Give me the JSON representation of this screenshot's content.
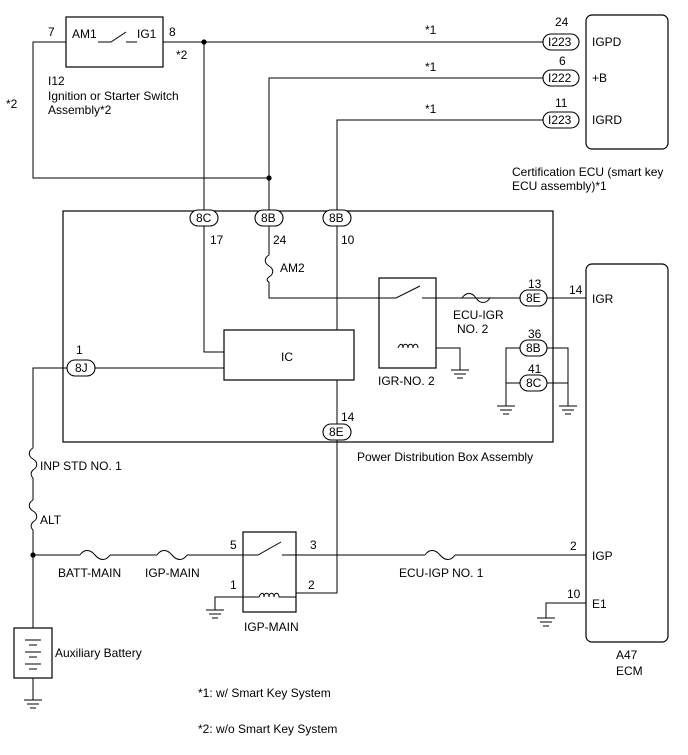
{
  "ignition_switch": {
    "ref": "I12",
    "name_line1": "Ignition or Starter Switch",
    "name_line2": "Assembly*2",
    "term_am1": "AM1",
    "term_ig1": "IG1",
    "pin_am1": "7",
    "pin_ig1": "8",
    "note_ig1": "*2",
    "note_left": "*2"
  },
  "certification_ecu": {
    "name_line1": "Certification ECU (smart key",
    "name_line2": "ECU assembly)*1",
    "pins": [
      {
        "pin": "24",
        "conn": "I223",
        "label": "IGPD",
        "note": "*1"
      },
      {
        "pin": "6",
        "conn": "I222",
        "label": "+B",
        "note": "*1"
      },
      {
        "pin": "11",
        "conn": "I223",
        "label": "IGRD",
        "note": "*1"
      }
    ]
  },
  "power_distribution_box": {
    "name": "Power Distribution Box Assembly",
    "connectors": {
      "c8c": {
        "conn": "8C",
        "pin": "17"
      },
      "b8b_1": {
        "conn": "8B",
        "pin": "24"
      },
      "b8b_2": {
        "conn": "8B",
        "pin": "10"
      },
      "j8j": {
        "conn": "8J",
        "pin": "1"
      },
      "e8e_top": {
        "conn": "8E",
        "pin": "13"
      },
      "b8b_3": {
        "conn": "8B",
        "pin": "36"
      },
      "c8c_2": {
        "conn": "8C",
        "pin": "41"
      },
      "e8e_bot": {
        "conn": "8E",
        "pin": "14"
      }
    },
    "fuse_am2": "AM2",
    "ic": "IC",
    "relay_igr": "IGR-NO. 2",
    "fuse_ecu_igr_line1": "ECU-IGR",
    "fuse_ecu_igr_line2": "NO. 2"
  },
  "ecm": {
    "ref": "A47",
    "name": "ECM",
    "pins": [
      {
        "pin": "14",
        "label": "IGR"
      },
      {
        "pin": "2",
        "label": "IGP"
      },
      {
        "pin": "10",
        "label": "E1"
      }
    ]
  },
  "fuses": {
    "inp_std": "INP STD NO. 1",
    "alt": "ALT",
    "batt_main": "BATT-MAIN",
    "igp_main": "IGP-MAIN",
    "ecu_igp": "ECU-IGP NO. 1"
  },
  "igp_main_relay": {
    "name": "IGP-MAIN",
    "pin5": "5",
    "pin3": "3",
    "pin1": "1",
    "pin2": "2"
  },
  "battery": {
    "name": "Auxiliary Battery"
  },
  "notes": {
    "note1": "*1: w/ Smart Key System",
    "note2": "*2: w/o Smart Key System"
  }
}
